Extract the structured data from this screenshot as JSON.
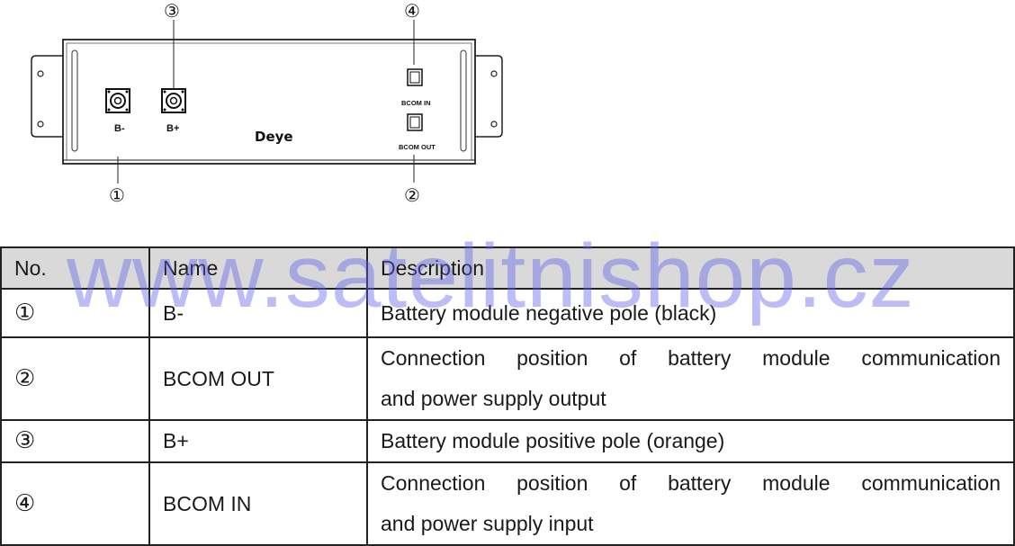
{
  "diagram": {
    "labels": {
      "b_minus": "B-",
      "b_plus": "B+",
      "bcom_in": "BCOM IN",
      "bcom_out": "BCOM OUT"
    },
    "brand": "Deye",
    "callouts": [
      "①",
      "②",
      "③",
      "④"
    ]
  },
  "table": {
    "headers": [
      "No.",
      "Name",
      "Description"
    ],
    "rows": [
      {
        "no": "①",
        "name": "B-",
        "desc_lines": [
          "Battery module negative pole (black)"
        ]
      },
      {
        "no": "②",
        "name": "BCOM OUT",
        "desc_lines": [
          "Connection position of battery module communication",
          "and power supply output"
        ]
      },
      {
        "no": "③",
        "name": "B+",
        "desc_lines": [
          "Battery module positive pole (orange)"
        ]
      },
      {
        "no": "④",
        "name": "BCOM IN",
        "desc_lines": [
          "Connection position of battery module communication",
          "and power supply input"
        ]
      }
    ]
  },
  "watermark": "www.satelitnishop.cz"
}
